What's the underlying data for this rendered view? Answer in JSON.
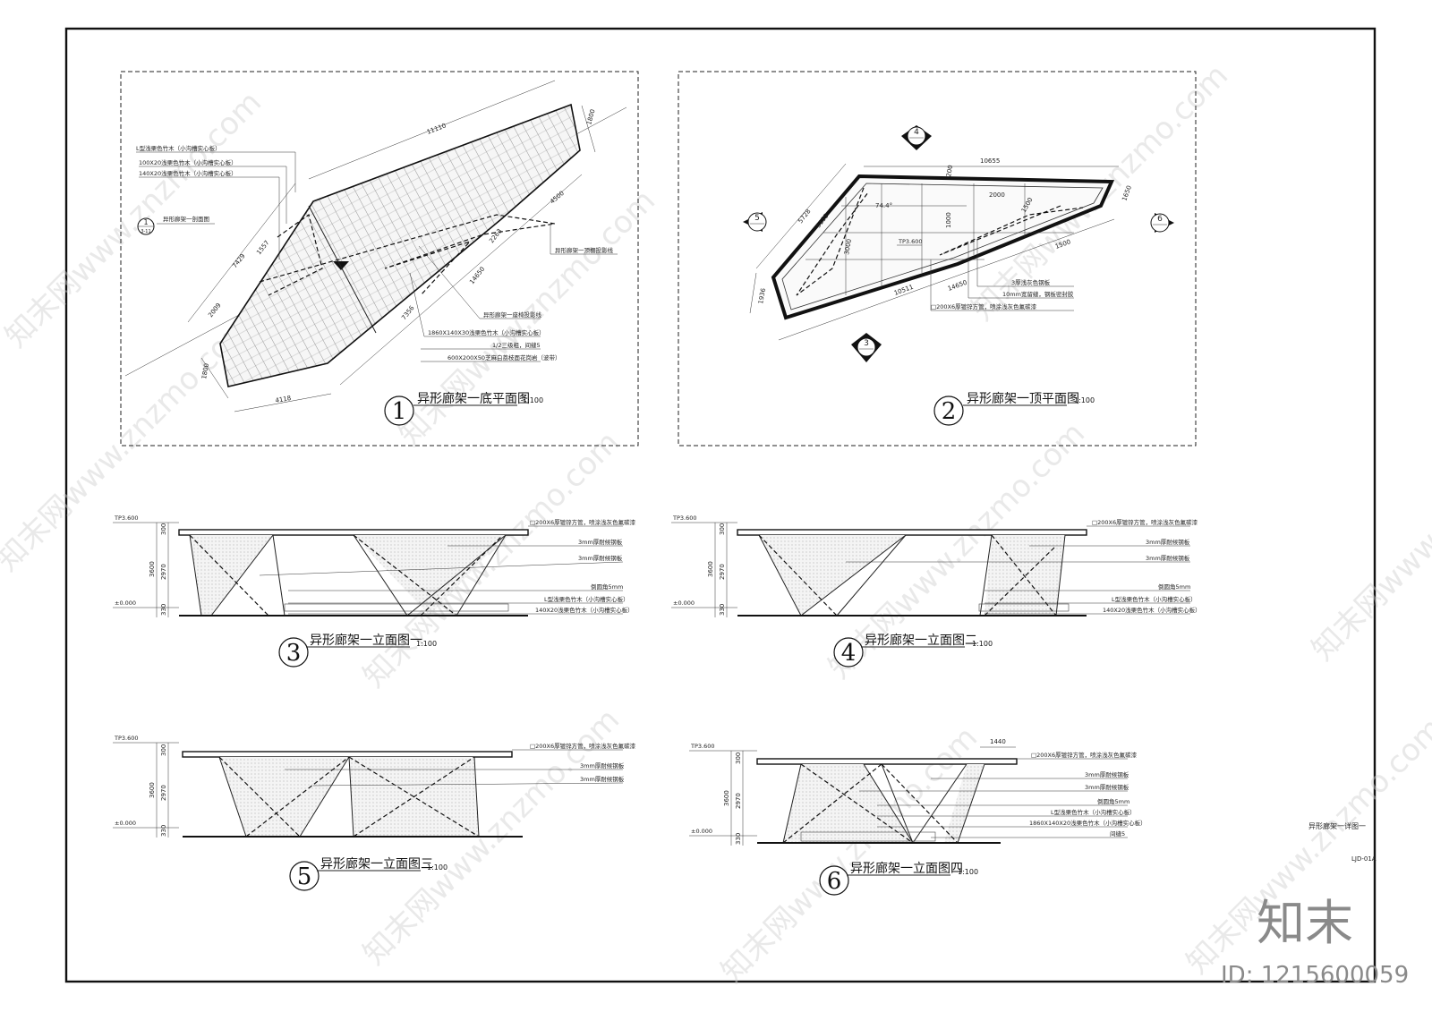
{
  "sheet": {
    "drawing_no": "LJD-01A",
    "drawing_title": "异形廊架一详图一",
    "brand_logo": "知末",
    "image_id": "ID: 1215600059",
    "watermark": "知末网www.znzmo.com"
  },
  "plan1": {
    "number": "1",
    "title": "异形廊架一底平面图",
    "scale": "1:100",
    "section_mark_top": "1",
    "section_mark_bottom": "3-11",
    "labels": [
      "L型浅栗色竹木（小沟槽实心板）",
      "100X20浅栗色竹木（小沟槽实心板）",
      "140X20浅栗色竹木（小沟槽实心板）",
      "异形廊架一剖面图",
      "异形廊架一顶棚投影线",
      "异形廊架一座椅投影线",
      "1860X140X30浅栗色竹木（小沟槽实心板）",
      "1/2三级粗，间缝5",
      "600X200X50芝麻白荔枝面花岗岩（波带）"
    ],
    "dims": [
      "11110",
      "1800",
      "4500",
      "7429",
      "1557",
      "2009",
      "2263",
      "14650",
      "7356",
      "1800",
      "4118"
    ]
  },
  "plan2": {
    "number": "2",
    "title": "异形廊架一顶平面图",
    "scale": "1:100",
    "level": "TP3.600",
    "view_marks": [
      "4",
      "5",
      "6",
      "3"
    ],
    "labels": [
      "3厚浅灰色钢板",
      "10mm宽留缝，钢板密封胶",
      "□200X6厚镀锌方管，喷涂浅灰色氟碳漆"
    ],
    "dims": [
      "10655",
      "200",
      "2000",
      "1000",
      "3000",
      "1500",
      "5728",
      "5155",
      "1936",
      "10511",
      "14650",
      "1500",
      "1650",
      "74.4°"
    ]
  },
  "elev3": {
    "number": "3",
    "title": "异形廊架一立面图一",
    "scale": "1:100",
    "level_top": "TP3.600",
    "level_base": "±0.000",
    "vdims": [
      "3600",
      "2970",
      "300",
      "330"
    ],
    "labels": [
      "□200X6厚镀锌方管，喷涂浅灰色氟碳漆",
      "3mm厚耐候钢板",
      "3mm厚耐候钢板",
      "倒圆角5mm",
      "L型浅栗色竹木（小沟槽实心板）",
      "140X20浅栗色竹木（小沟槽实心板）"
    ]
  },
  "elev4": {
    "number": "4",
    "title": "异形廊架一立面图二",
    "scale": "1:100",
    "level_top": "TP3.600",
    "level_base": "±0.000",
    "vdims": [
      "3600",
      "2970",
      "300",
      "330"
    ],
    "labels": [
      "□200X6厚镀锌方管，喷涂浅灰色氟碳漆",
      "3mm厚耐候钢板",
      "3mm厚耐候钢板",
      "倒圆角5mm",
      "L型浅栗色竹木（小沟槽实心板）",
      "140X20浅栗色竹木（小沟槽实心板）"
    ]
  },
  "elev5": {
    "number": "5",
    "title": "异形廊架一立面图三",
    "scale": "1:100",
    "level_top": "TP3.600",
    "level_base": "±0.000",
    "vdims": [
      "3600",
      "2970",
      "300",
      "330"
    ],
    "labels": [
      "□200X6厚镀锌方管，喷涂浅灰色氟碳漆",
      "3mm厚耐候钢板",
      "3mm厚耐候钢板"
    ]
  },
  "elev6": {
    "number": "6",
    "title": "异形廊架一立面图四",
    "scale": "1:100",
    "level_top": "TP3.600",
    "level_base": "±0.000",
    "vdims": [
      "3600",
      "2970",
      "300",
      "330"
    ],
    "top_dim": "1440",
    "labels": [
      "□200X6厚镀锌方管，喷涂浅灰色氟碳漆",
      "3mm厚耐候钢板",
      "3mm厚耐候钢板",
      "倒圆角5mm",
      "L型浅栗色竹木（小沟槽实心板）",
      "1860X140X20浅栗色竹木（小沟槽实心板）",
      "间缝5"
    ]
  }
}
